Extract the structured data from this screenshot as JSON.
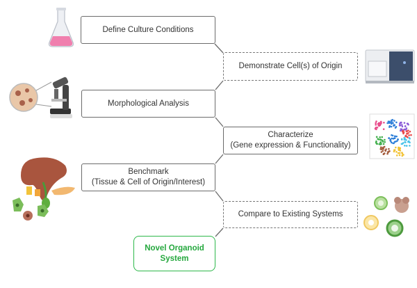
{
  "steps": {
    "define": "Define Culture Conditions",
    "demonstrate": "Demonstrate Cell(s) of Origin",
    "morphology": "Morphological Analysis",
    "characterize_title": "Characterize",
    "characterize_sub": "(Gene expression & Functionality)",
    "benchmark_title": "Benchmark",
    "benchmark_sub": "(Tissue & Cell of Origin/Interest)",
    "compare": "Compare to Existing Systems",
    "novel_line1": "Novel Organoid",
    "novel_line2": "System"
  },
  "colors": {
    "box_border": "#6b6b6b",
    "accent_green": "#2db84a",
    "text": "#333333"
  },
  "icons": [
    "flask-icon",
    "microscope-icon",
    "lab-instrument-icon",
    "tsne-scatter-icon",
    "liver-icon",
    "organoid-icon"
  ]
}
